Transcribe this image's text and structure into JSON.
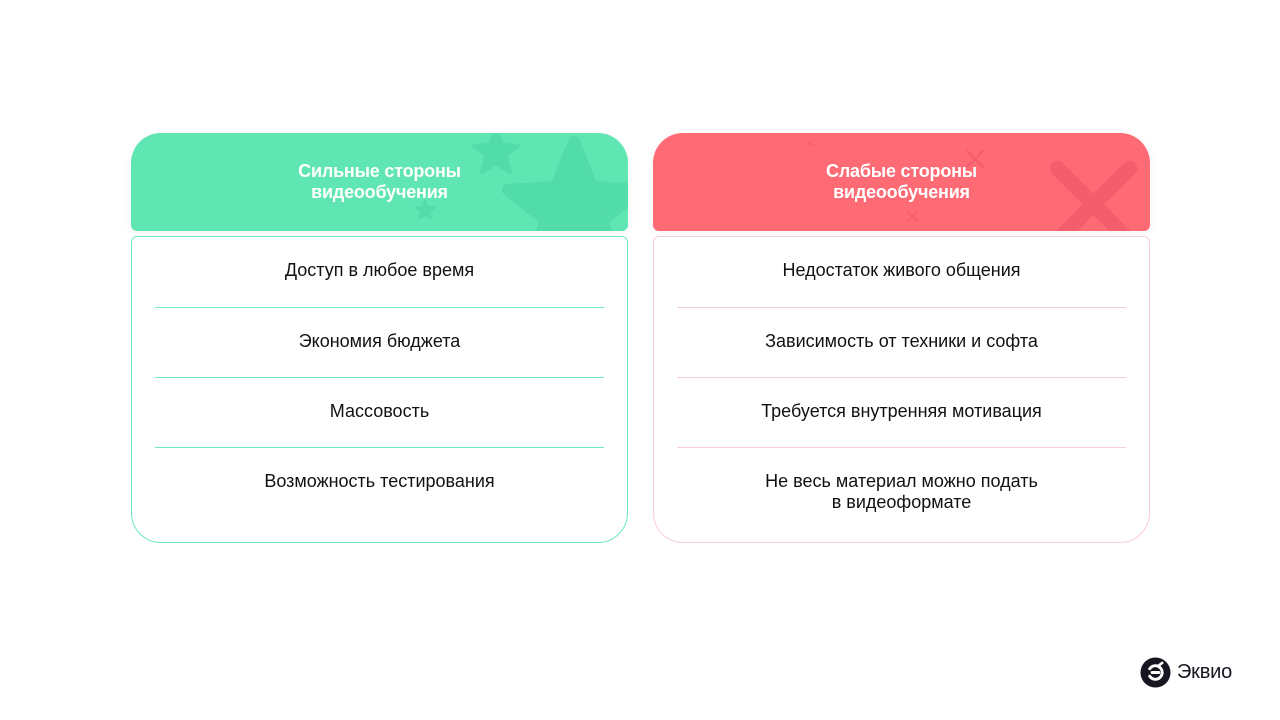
{
  "strengths": {
    "title": "Сильные стороны\nвидеообучения",
    "header_color": "#5fe6b2",
    "accent_color": "#6ee8c8",
    "items": [
      "Доступ в любое время",
      "Экономия бюджета",
      "Массовость",
      "Возможность тестирования"
    ]
  },
  "weaknesses": {
    "title": "Слабые стороны\nвидеообучения",
    "header_color": "#fe6b75",
    "accent_color": "#f9cfd3",
    "items": [
      "Недостаток живого общения",
      "Зависимость от техники и софта",
      "Требуется внутренняя мотивация",
      "Не весь материал можно подать\nв видеоформате"
    ]
  },
  "brand": {
    "name": "Эквио",
    "color": "#15161f"
  }
}
